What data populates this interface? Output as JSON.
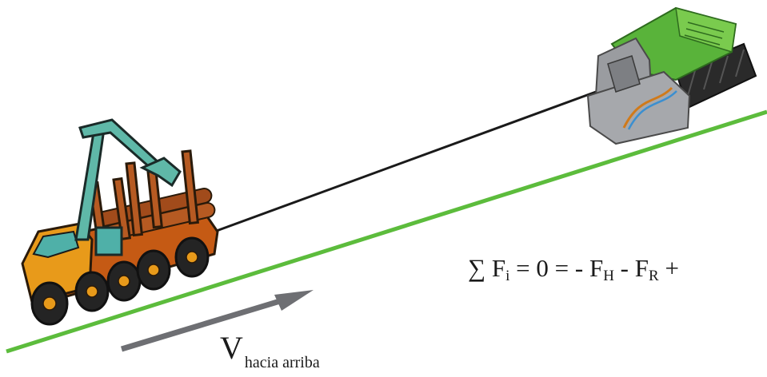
{
  "colors": {
    "ground": "#5cbc3c",
    "cable": "#1a1a1a",
    "arrow": "#6e6f73",
    "forwarder_body": "#e89a1a",
    "forwarder_crane": "#5fb8a8",
    "winch_body": "#59b33a",
    "winch_frame": "#9a9ca0"
  },
  "icons": {
    "forwarder": "forestry-forwarder-icon",
    "winch": "tracked-winch-icon"
  },
  "equation": {
    "sum": "∑",
    "f": "F",
    "i": "i",
    "eq_zero": "= 0 = -",
    "h": "H",
    "minus": "-",
    "r": "R",
    "plus": "+"
  },
  "velocity": {
    "symbol": "V",
    "subscript": "hacia arriba"
  }
}
